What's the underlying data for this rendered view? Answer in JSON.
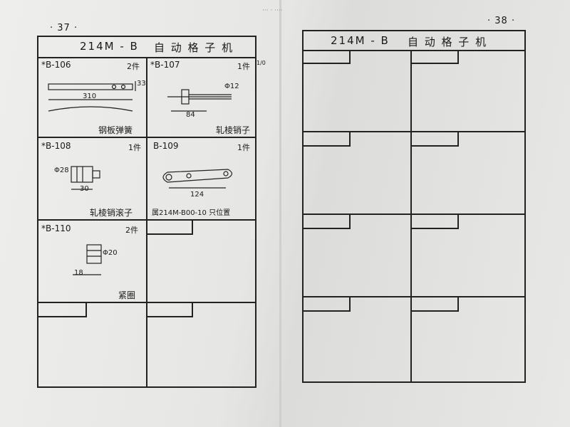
{
  "stamp": "··· · ····",
  "left_page": {
    "page_number": "· 37 ·",
    "header": {
      "model": "214M - B",
      "title": "自 动 格 子 机"
    },
    "side_note": "1/0",
    "parts": [
      {
        "code": "*B-106",
        "qty": "2件",
        "name": "钢板弹簧",
        "dims": [
          "310",
          "33"
        ]
      },
      {
        "code": "*B-107",
        "qty": "1件",
        "name": "轧棱销子",
        "dims": [
          "Φ12",
          "84"
        ]
      },
      {
        "code": "*B-108",
        "qty": "1件",
        "name": "轧棱销滚子",
        "dims": [
          "30",
          "Φ28"
        ]
      },
      {
        "code": "B-109",
        "qty": "1件",
        "name": "属214M-B00-10 只位置",
        "dims": [
          "124"
        ]
      },
      {
        "code": "*B-110",
        "qty": "2件",
        "name": "紧圈",
        "dims": [
          "18",
          "Φ20"
        ]
      }
    ]
  },
  "right_page": {
    "page_number": "· 38 ·",
    "header": {
      "model": "214M - B",
      "title": "自 动 格 子 机"
    }
  }
}
